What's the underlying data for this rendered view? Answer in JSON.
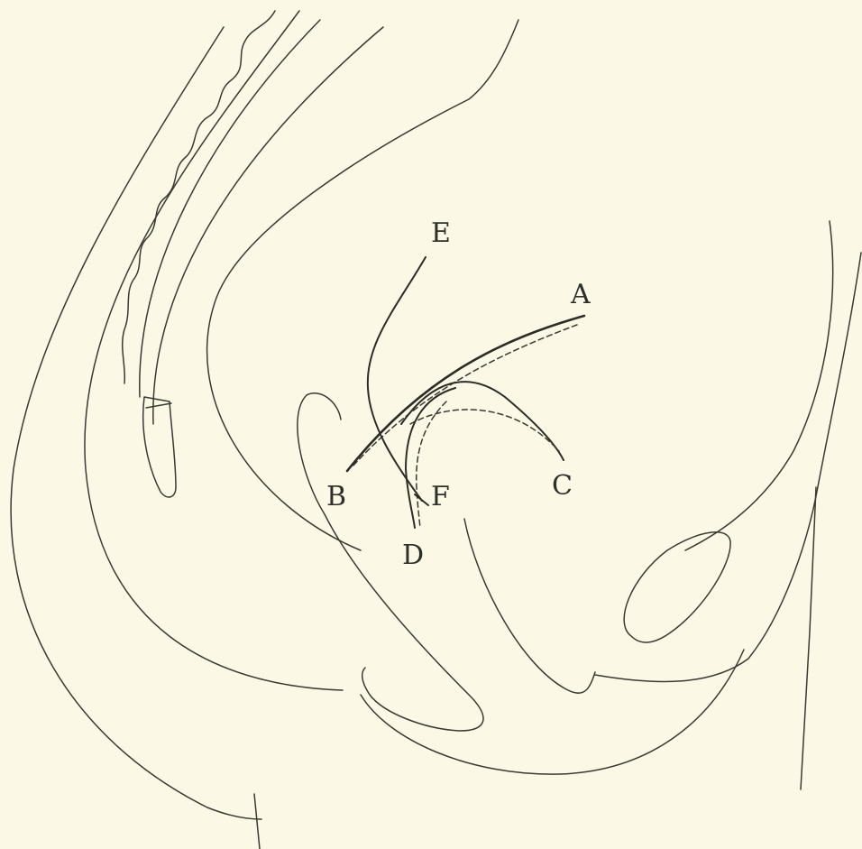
{
  "labels": {
    "a": "A",
    "b": "B",
    "c": "C",
    "d": "D",
    "e": "E",
    "f": "F"
  },
  "colors": {
    "paper": "#fbf9e6",
    "ink": "#2f2f2a"
  }
}
